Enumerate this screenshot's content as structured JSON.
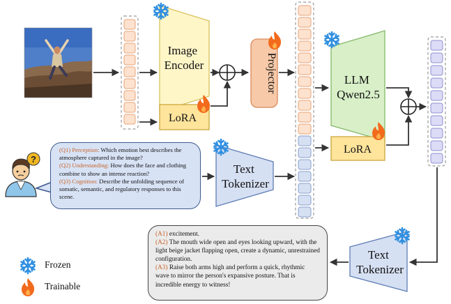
{
  "colors": {
    "encoder_fill": "#fff6c8",
    "projector_fill": "#f7c9a8",
    "llm_fill": "#d8efc8",
    "lora_fill": "#ffe49c",
    "tokenizer_fill": "#d6e0f3",
    "question_box_fill": "#d7e2f5",
    "answer_box_fill": "#ebebeb",
    "frozen_icon": "#2f8fe0",
    "trainable_icon": "#f26b1d",
    "question_label": "#c8642a"
  },
  "blocks": {
    "image_encoder": "Image\nEncoder",
    "lora_vision": "LoRA",
    "projector": "Projector",
    "llm": "LLM\nQwen2.5",
    "lora_llm": "LoRA",
    "text_tokenizer_in": "Text\nTokenizer",
    "text_tokenizer_out": "Text\nTokenizer"
  },
  "questions": [
    {
      "tag": "(Q1) Perception:",
      "text": " Which emotion best describes the atmosphere captured in the image?"
    },
    {
      "tag": "(Q2) Understanding:",
      "text": " How does the face and clothing combine to show an intense reaction?"
    },
    {
      "tag": "(Q3) Cognition:",
      "text": " Describe the unfolding sequence of somatic, semantic, and regulatory responses to this scene."
    }
  ],
  "answers": [
    {
      "tag": "(A1)",
      "text": " excitement."
    },
    {
      "tag": "(A2)",
      "text": " The mouth wide open and eyes looking upward, with the light beige jacket flapping open, create a dynamic, unrestrained configuration."
    },
    {
      "tag": "(A3)",
      "text": " Raise both arms high and perform a quick, rhythmic wave to mirror the person's expansive posture. That is incredible energy to witness!"
    }
  ],
  "legend": {
    "frozen": "Frozen",
    "trainable": "Trainable"
  },
  "icons": {
    "user": "person-question-icon",
    "frozen": "snowflake-icon",
    "trainable": "flame-icon",
    "sum": "circle-plus-icon"
  }
}
